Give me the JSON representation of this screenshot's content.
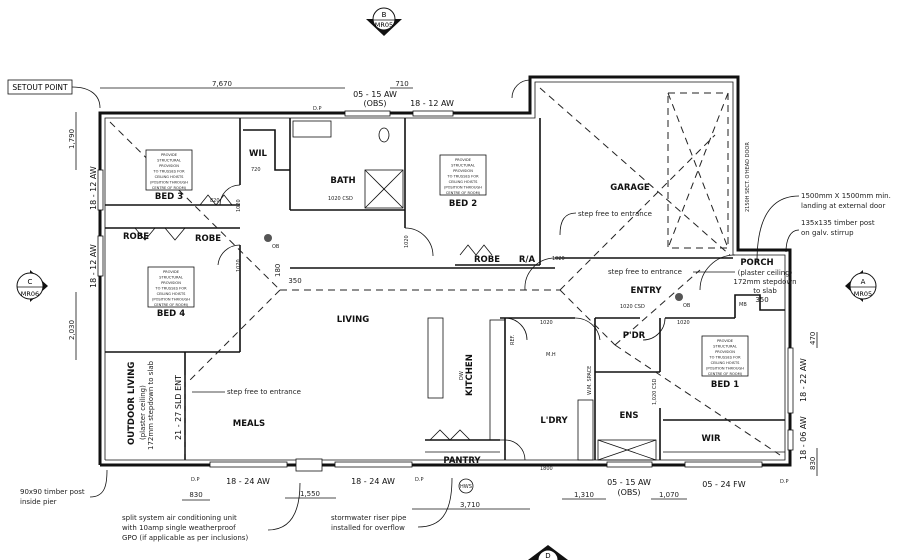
{
  "sections": {
    "b": {
      "letter": "B",
      "ref": "MR05"
    },
    "c": {
      "letter": "C",
      "ref": "MR06"
    },
    "a": {
      "letter": "A",
      "ref": "MR05"
    },
    "d": {
      "letter": "D"
    }
  },
  "setout_point": "SETOUT POINT",
  "rooms": {
    "bed3": "BED 3",
    "bed2": "BED 2",
    "bed4": "BED 4",
    "bed1": "BED 1",
    "wil": "WIL",
    "bath": "BATH",
    "garage": "GARAGE",
    "robe": "ROBE",
    "ra": "R/A",
    "porch": "PORCH",
    "entry": "ENTRY",
    "living": "LIVING",
    "meals": "MEALS",
    "kitchen": "KITCHEN",
    "pantry": "PANTRY",
    "ldry": "L'DRY",
    "pdr": "P'DR",
    "ens": "ENS",
    "wir": "WIR",
    "outdoor": "OUTDOOR LIVING",
    "ref": "REF.",
    "mh": "M.H",
    "hws": "HWS",
    "wm": "W.M. SPACE",
    "dw": "DW",
    "mb": "MB"
  },
  "ceiling_note": [
    "PROVIDE",
    "STRUCTURAL",
    "PROVISION",
    "TO TRUSSES FOR",
    "CEILING HOISTS",
    "(POSITION THROUGH",
    "CENTRE OF ROOM)"
  ],
  "windows": {
    "top1": "05 - 15 AW",
    "top1b": "(OBS)",
    "top2": "18 - 12 AW",
    "left1": "18 - 12 AW",
    "left2": "18 - 12 AW",
    "bot1": "18 - 24 AW",
    "bot2": "18 - 24 AW",
    "bot3": "05 - 15 AW",
    "bot3b": "(OBS)",
    "bot4": "05 - 24 FW",
    "right1": "18 - 22 AW",
    "right2": "18 - 06 AW",
    "sld": "21 - 27 SLD ENT",
    "garage_door": "2150H SECT. O'HEAD DOOR"
  },
  "dimensions": {
    "d7670": "7,670",
    "d710": "710",
    "d1790": "1,790",
    "d2030": "2,030",
    "d830": "830",
    "d1550": "1,550",
    "d3710": "3,710",
    "d1310": "1,310",
    "d1070": "1,070",
    "d470": "470",
    "d830r": "830",
    "d350": "350",
    "d350b": "350",
    "d180": "180"
  },
  "door_labels": {
    "d720": "720",
    "d1020a": "1020",
    "d1020b": "1020",
    "d1020c": "1020",
    "d1020d": "1020",
    "d1020e": "1020",
    "d1020f": "1020",
    "d820": "820",
    "csd1": "1020 CSD",
    "csd2": "1020 CSD",
    "csd3": "1,020 CSD",
    "d1800": "1800",
    "dp": "D.P",
    "ob": "OB"
  },
  "notes": {
    "step1": "step free to entrance",
    "step2": "step free to entrance",
    "step3": "step free to entrance",
    "landing": [
      "1500mm X 1500mm min.",
      "landing at external door"
    ],
    "post135": [
      "135x135 timber post",
      "on galv. stirrup"
    ],
    "porch_ceiling": [
      "(plaster ceiling)",
      "172mm stepdown",
      "to slab"
    ],
    "outdoor_ceiling": [
      "(plaster ceiling)",
      "172mm stepdown to slab"
    ],
    "post90": [
      "90x90 timber post",
      "inside pier"
    ],
    "aircon": [
      "split system air conditioning unit",
      "with 10amp single weatherproof",
      "GPO (if applicable as per inclusions)"
    ],
    "stormwater": [
      "stormwater riser pipe",
      "installed for overflow"
    ]
  }
}
